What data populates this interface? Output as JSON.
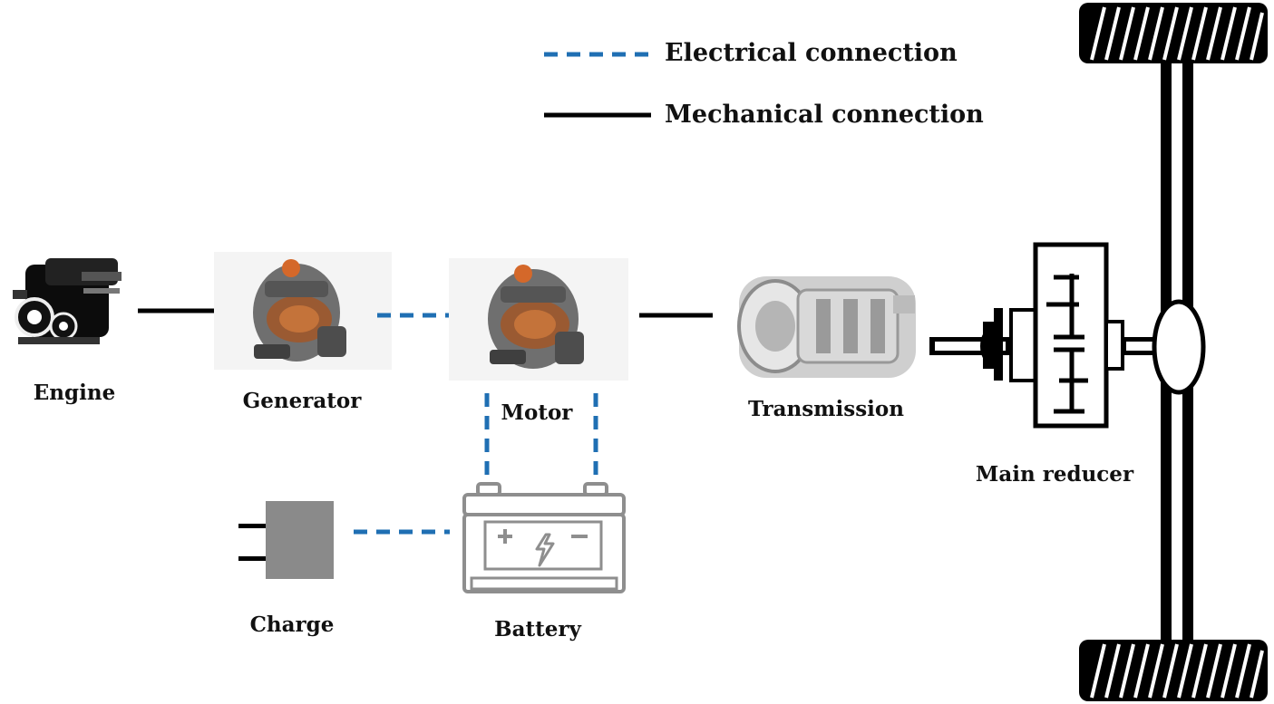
{
  "legend": {
    "electrical": "Electrical connection",
    "mechanical": "Mechanical connection"
  },
  "components": {
    "engine": "Engine",
    "generator": "Generator",
    "motor": "Motor",
    "transmission": "Transmission",
    "main_reducer": "Main reducer",
    "charge": "Charge",
    "battery": "Battery"
  },
  "colors": {
    "electrical_line": "#1f6fb3",
    "mechanical_line": "#000000",
    "charger_body": "#8a8a8a",
    "battery_outline": "#8e8e8e",
    "component_copper": "#c4733a"
  }
}
